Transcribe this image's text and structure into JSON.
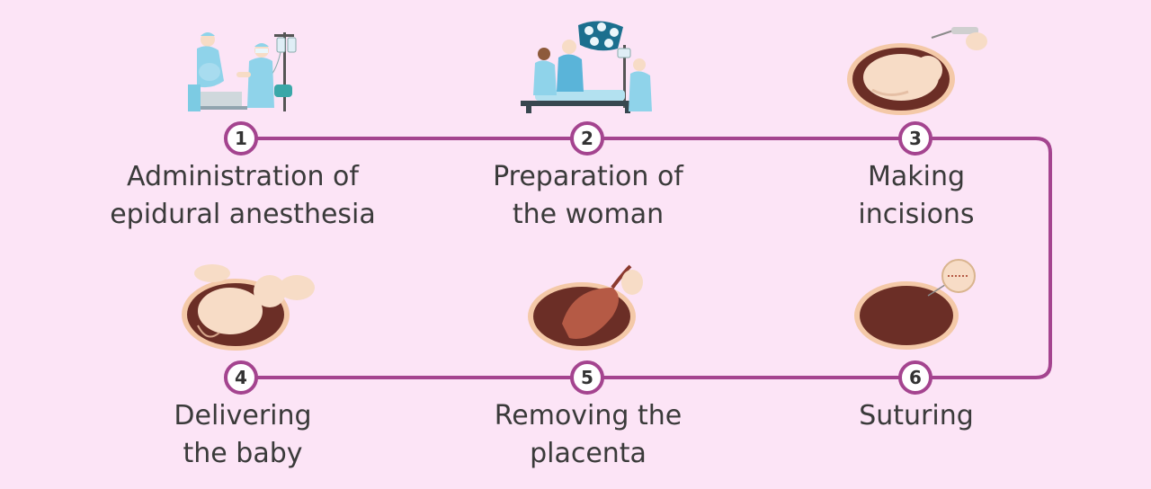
{
  "steps": [
    {
      "number": "1",
      "line1": "Administration of",
      "line2": "epidural anesthesia",
      "icon": "epidural-icon"
    },
    {
      "number": "2",
      "line1": "Preparation of",
      "line2": "the woman",
      "icon": "operating-room-icon"
    },
    {
      "number": "3",
      "line1": "Making",
      "line2": "incisions",
      "icon": "scalpel-incision-icon"
    },
    {
      "number": "4",
      "line1": "Delivering",
      "line2": "the baby",
      "icon": "baby-delivery-icon"
    },
    {
      "number": "5",
      "line1": "Removing the",
      "line2": "placenta",
      "icon": "placenta-icon"
    },
    {
      "number": "6",
      "line1": "Suturing",
      "line2": "",
      "icon": "suture-icon"
    }
  ],
  "colors": {
    "background": "#fce4f6",
    "connector": "#a4448f",
    "uterus": "#6b2e26",
    "uterus_rim": "#f4c9a8",
    "skin": "#f7dcc6",
    "scrubs": "#8fd3ea"
  }
}
